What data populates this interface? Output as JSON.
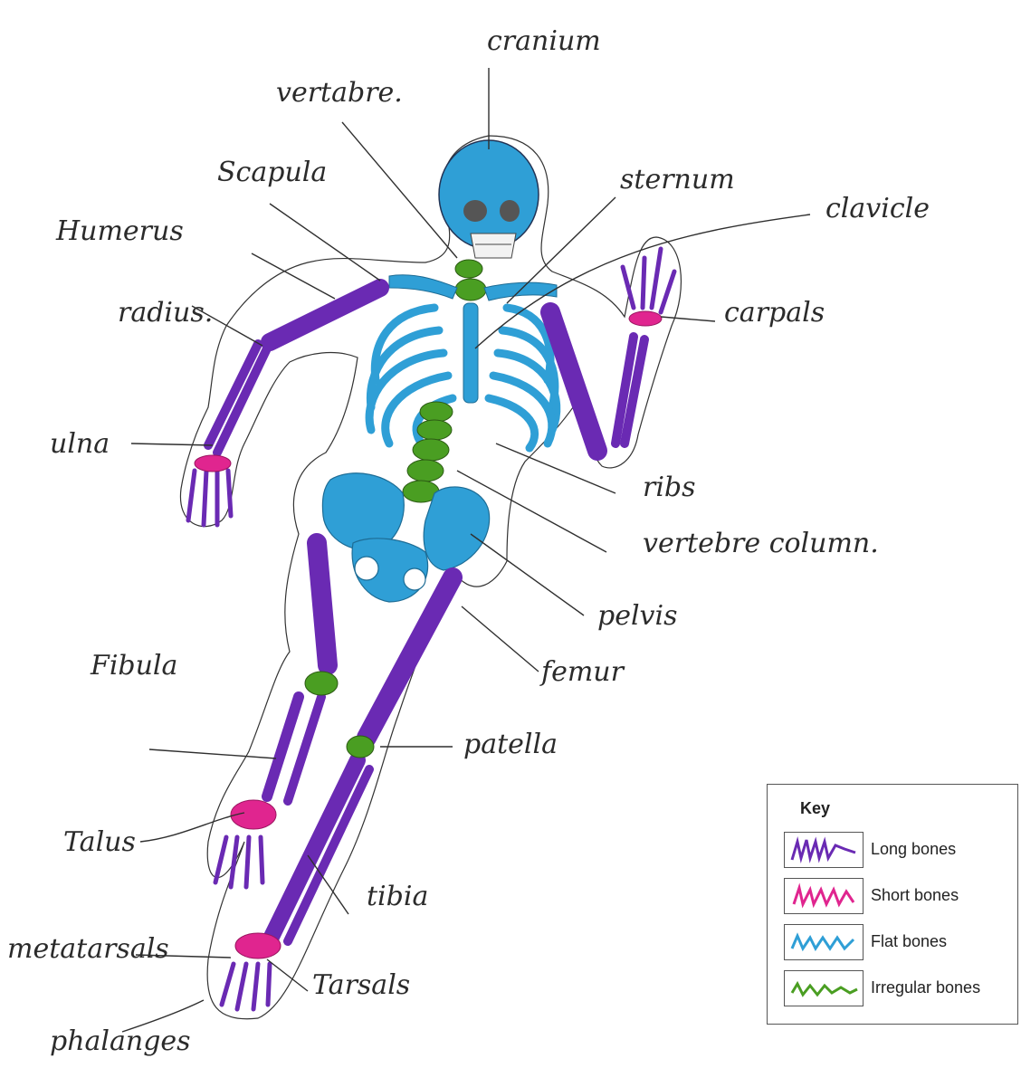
{
  "colors": {
    "long": "#6a2ab3",
    "short": "#e0258f",
    "flat": "#2f9fd6",
    "irregular": "#4a9e22",
    "ink": "#2b2b2b"
  },
  "labels": {
    "cranium": "cranium",
    "vertebre": "vertabre.",
    "sternum": "sternum",
    "clavicle": "clavicle",
    "humerus": "Humerus",
    "scapula": "Scapula",
    "radius": "radius.",
    "carpals": "carpals",
    "ulna": "ulna",
    "ribs": "ribs",
    "vertebral_column": "vertebre column.",
    "pelvis": "pelvis",
    "femur": "femur",
    "fibula": "Fibula",
    "patella": "patella",
    "talus": "Talus",
    "tibia": "tibia",
    "metatarsals": "metatarsals",
    "tarsals": "Tarsals",
    "phalanges": "phalanges"
  },
  "key": {
    "title": "Key",
    "items": [
      {
        "label": "Long bones",
        "color": "#6a2ab3"
      },
      {
        "label": "Short bones",
        "color": "#e0258f"
      },
      {
        "label": "Flat bones",
        "color": "#2f9fd6"
      },
      {
        "label": "Irregular bones",
        "color": "#4a9e22"
      }
    ]
  }
}
